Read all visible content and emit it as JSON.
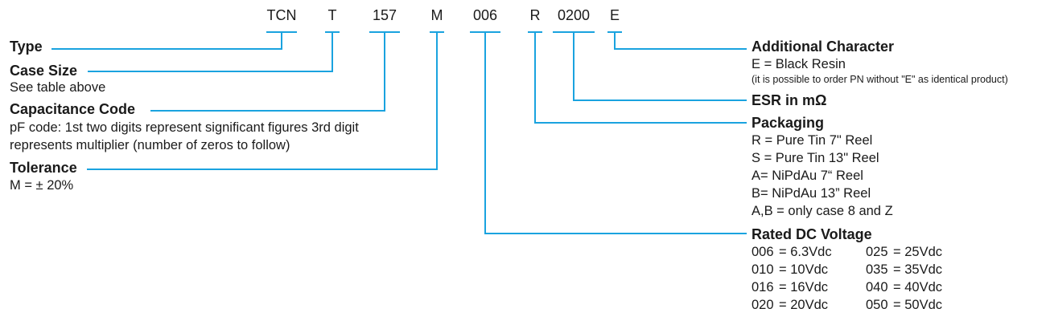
{
  "accent_color": "#1aa3df",
  "code_segments": [
    {
      "key": "type",
      "text": "TCN"
    },
    {
      "key": "case",
      "text": "T"
    },
    {
      "key": "cap",
      "text": "157"
    },
    {
      "key": "tol",
      "text": "M"
    },
    {
      "key": "volt",
      "text": "006"
    },
    {
      "key": "pack",
      "text": "R"
    },
    {
      "key": "esr",
      "text": "0200"
    },
    {
      "key": "add",
      "text": "E"
    }
  ],
  "left": {
    "type": {
      "title": "Type"
    },
    "case_size": {
      "title": "Case Size",
      "desc": "See table above"
    },
    "capacitance": {
      "title": "Capacitance Code",
      "desc_line1": "pF code: 1st two digits represent significant figures 3rd digit",
      "desc_line2": "represents multiplier (number of zeros to follow)"
    },
    "tolerance": {
      "title": "Tolerance",
      "desc": "M = ± 20%"
    }
  },
  "right": {
    "additional": {
      "title": "Additional Character",
      "desc": "E = Black Resin",
      "note": "(it is possible to order PN without \"E\" as identical product)"
    },
    "esr": {
      "title": "ESR in mΩ"
    },
    "packaging": {
      "title": "Packaging",
      "lines": [
        "R = Pure Tin 7\" Reel",
        "S = Pure Tin 13\" Reel",
        "A= NiPdAu 7“ Reel",
        "B= NiPdAu 13” Reel",
        "A,B = only case 8 and Z"
      ]
    },
    "voltage": {
      "title": "Rated DC Voltage",
      "table": [
        [
          "006",
          "= 6.3Vdc",
          "025",
          "= 25Vdc"
        ],
        [
          "010",
          "= 10Vdc",
          "035",
          "= 35Vdc"
        ],
        [
          "016",
          "= 16Vdc",
          "040",
          "= 40Vdc"
        ],
        [
          "020",
          "= 20Vdc",
          "050",
          "= 50Vdc"
        ]
      ]
    }
  }
}
